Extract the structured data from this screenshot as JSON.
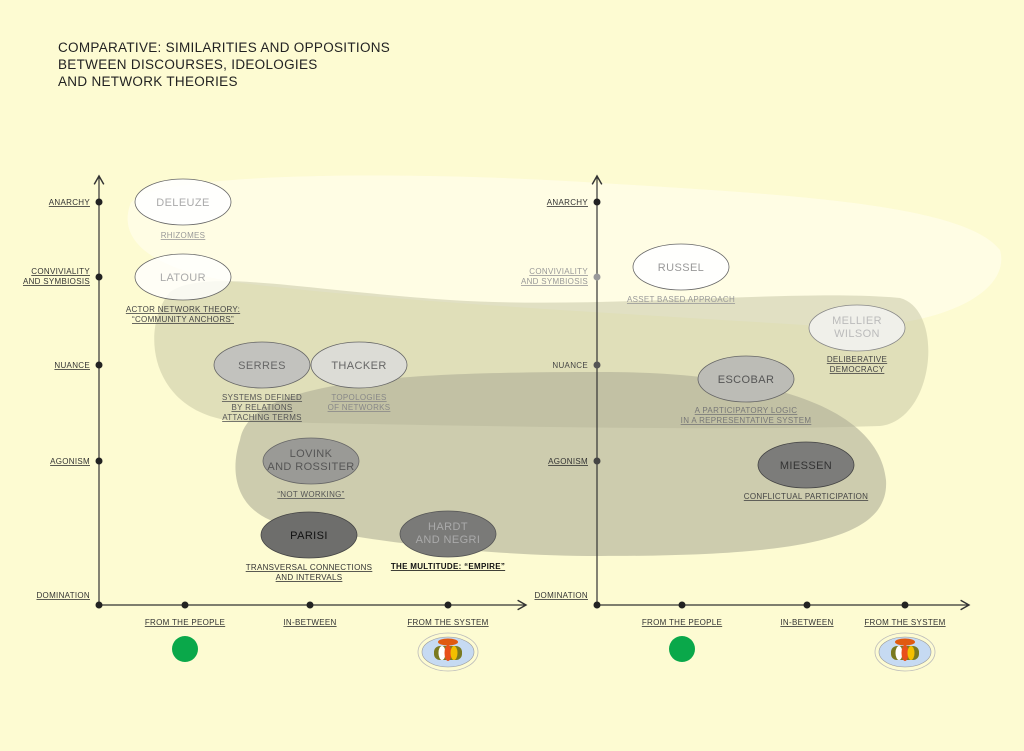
{
  "title": [
    "COMPARATIVE: SIMILARITIES AND OPPOSITIONS",
    "BETWEEN DISCOURSES, IDEOLOGIES",
    "AND NETWORK THEORIES"
  ],
  "y_axis": {
    "anarchy": "ANARCHY",
    "conviviality": [
      "CONVIVIALITY",
      "AND SYMBIOSIS"
    ],
    "nuance": "NUANCE",
    "agonism": "AGONISM",
    "domination": "DOMINATION"
  },
  "x_axis": {
    "people": "FROM THE PEOPLE",
    "between": "IN-BETWEEN",
    "system": "FROM THE SYSTEM"
  },
  "left": {
    "deleuze": {
      "name": "DELEUZE",
      "sub": "RHIZOMES"
    },
    "latour": {
      "name": "LATOUR",
      "sub": [
        "ACTOR NETWORK THEORY:",
        "“COMMUNITY ANCHORS”"
      ]
    },
    "serres": {
      "name": "SERRES",
      "sub": [
        "SYSTEMS DEFINED",
        "BY RELATIONS",
        "ATTACHING TERMS"
      ]
    },
    "thacker": {
      "name": "THACKER",
      "sub": [
        "TOPOLOGIES",
        "OF NETWORKS"
      ]
    },
    "lovink": {
      "name": [
        "LOVINK",
        "AND ROSSITER"
      ],
      "sub": "“NOT WORKING”"
    },
    "parisi": {
      "name": "PARISI",
      "sub": [
        "TRANSVERSAL CONNECTIONS",
        "AND INTERVALS"
      ]
    },
    "hardt": {
      "name": [
        "HARDT",
        "AND NEGRI"
      ],
      "sub": "THE MULTITUDE: “EMPIRE”"
    }
  },
  "right": {
    "russel": {
      "name": "RUSSEL",
      "sub": "ASSET BASED APPROACH"
    },
    "mellier": {
      "name": [
        "MELLIER",
        "WILSON"
      ],
      "sub": [
        "DELIBERATIVE",
        "DEMOCRACY"
      ]
    },
    "escobar": {
      "name": "ESCOBAR",
      "sub": [
        "A PARTICIPATORY LOGIC",
        "IN A REPRESENTATIVE SYSTEM"
      ]
    },
    "miessen": {
      "name": "MIESSEN",
      "sub": "CONFLICTUAL PARTICIPATION"
    }
  },
  "colors": {
    "background": "#fdfbd2",
    "people": "#0aa84a"
  }
}
